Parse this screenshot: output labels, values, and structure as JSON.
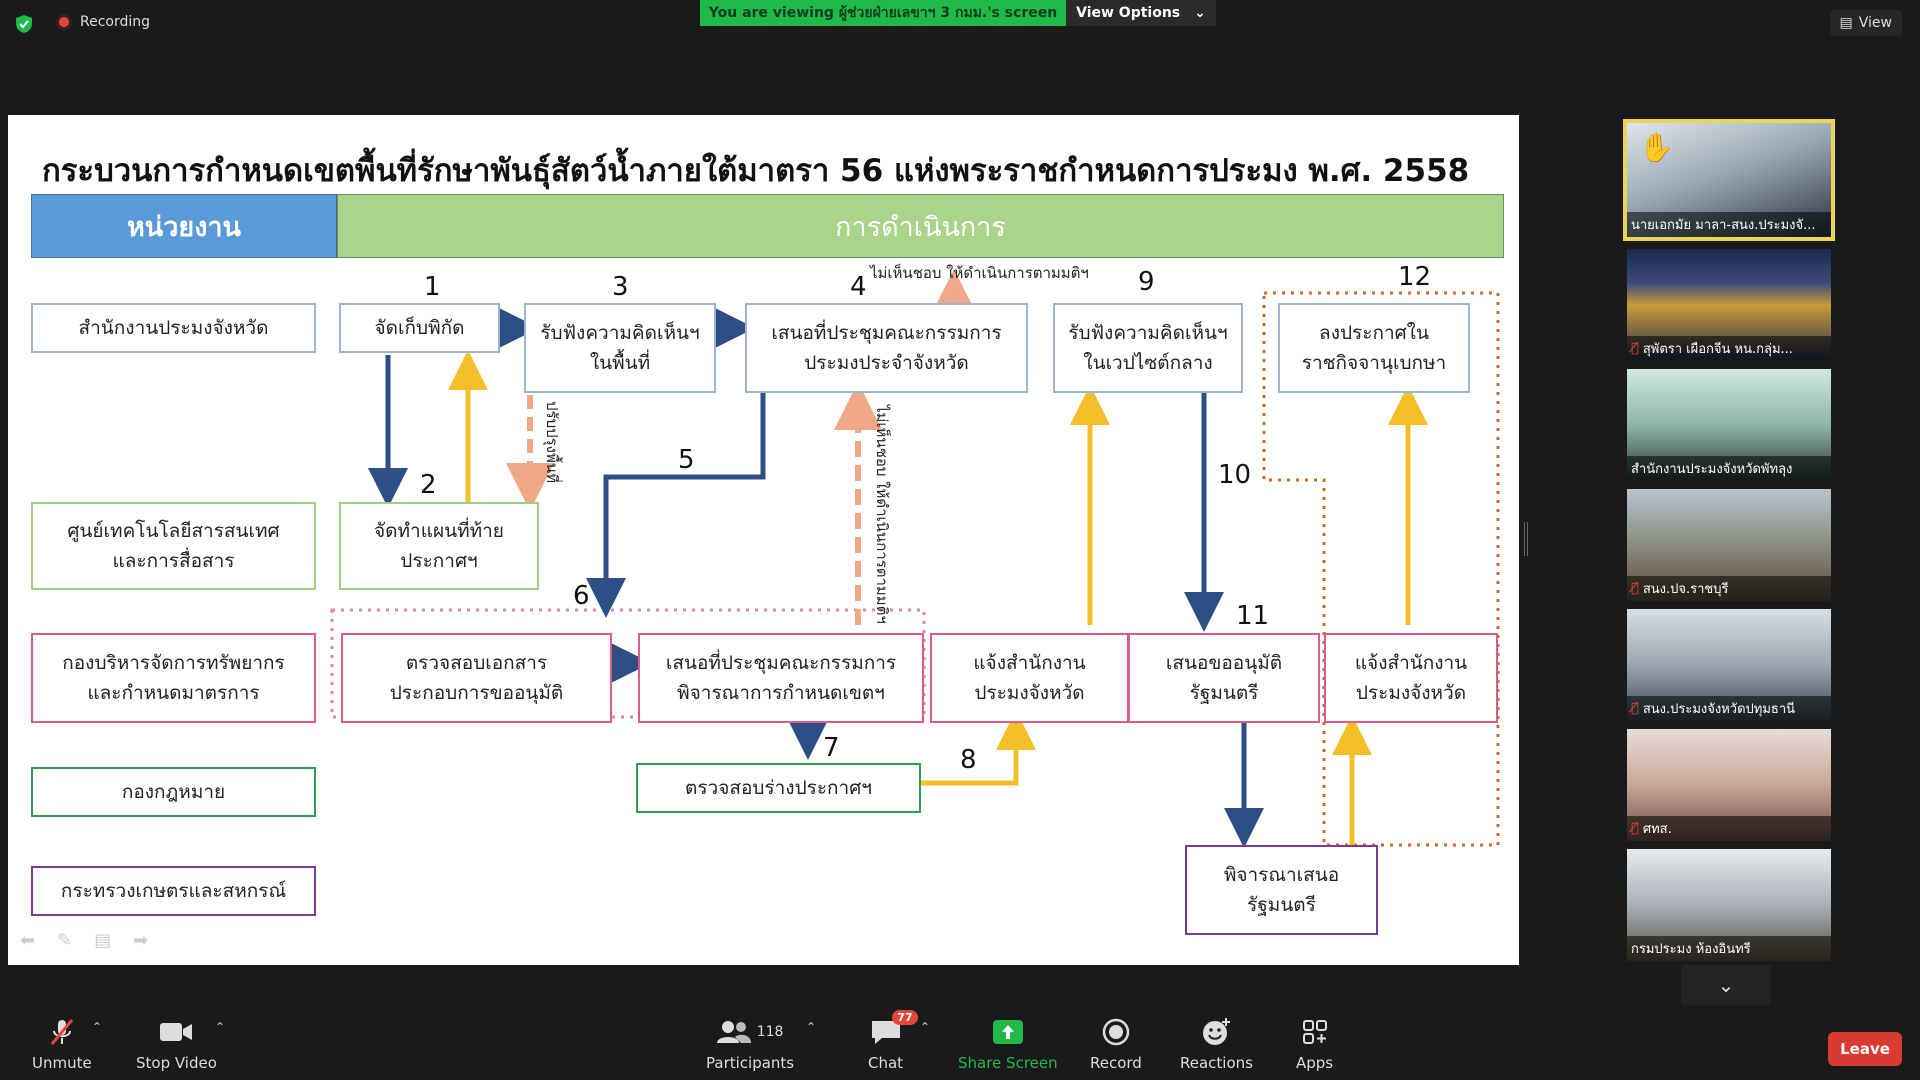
{
  "topbar": {
    "recording": "Recording",
    "viewing": "You are viewing ผู้ช่วยฝ่ายเลขาฯ 3 กมม.'s screen",
    "view_options": "View Options",
    "view": "View"
  },
  "slide": {
    "title": "กระบวนการกำหนดเขตพื้นที่รักษาพันธุ์สัตว์น้ำภายใต้มาตรา 56 แห่งพระราชกำหนดการประมง พ.ศ. 2558",
    "header_unit": "หน่วยงาน",
    "header_ops": "การดำเนินการ",
    "units": [
      "สำนักงานประมงจังหวัด",
      "ศูนย์เทคโนโลยีสารสนเทศ\nและการสื่อสาร",
      "กองบริหารจัดการทรัพยากร\nและกำหนดมาตรการ",
      "กองกฎหมาย",
      "กระทรวงเกษตรและสหกรณ์"
    ],
    "steps": {
      "s1": "จัดเก็บพิกัด",
      "s2": "จัดทำแผนที่ท้าย\nประกาศฯ",
      "s3": "รับฟังความคิดเห็นฯ\nในพื้นที่",
      "s4": "เสนอที่ประชุมคณะกรรมการ\nประมงประจำจังหวัด",
      "s6": "ตรวจสอบเอกสาร\nประกอบการขออนุมัติ",
      "s6b": "เสนอที่ประชุมคณะกรรมการ\nพิจารณาการกำหนดเขตฯ",
      "s7": "ตรวจสอบร่างประกาศฯ",
      "s8": "แจ้งสำนักงาน\nประมงจังหวัด",
      "s9": "รับฟังความคิดเห็นฯ\nในเวปไซต์กลาง",
      "s11": "เสนอขออนุมัติ\nรัฐมนตรี",
      "s11b": "พิจารณาเสนอ\nรัฐมนตรี",
      "s12": "ลงประกาศใน\nราชกิจจานุเบกษา",
      "s12b": "แจ้งสำนักงาน\nประมงจังหวัด"
    },
    "numbers": [
      "1",
      "2",
      "3",
      "4",
      "5",
      "6",
      "7",
      "8",
      "9",
      "10",
      "11",
      "12"
    ],
    "notes": {
      "top": "ไม่เห็นชอบ ให้ดำเนินการตามมติฯ",
      "revise": "ปรับปรุงพื้นที่",
      "vertical": "ไม่เห็นชอบ ให้ดำเนินการตามมติฯ"
    }
  },
  "participants": [
    {
      "name": "นายเอกมัย มาลา-สนง.ประมงจั...",
      "hand": true,
      "muted": false
    },
    {
      "name": "สุพัตรา เผือกจีน หน.กลุ่ม...",
      "hand": false,
      "muted": true
    },
    {
      "name": "สำนักงานประมงจังหวัดพัทลุง",
      "hand": false,
      "muted": false
    },
    {
      "name": "สนง.ปจ.ราชบุรี",
      "hand": false,
      "muted": true
    },
    {
      "name": "สนง.ประมงจังหวัดปทุมธานี",
      "hand": false,
      "muted": true
    },
    {
      "name": "ศทส.",
      "hand": false,
      "muted": true
    },
    {
      "name": "กรมประมง ห้องอินทรี",
      "hand": false,
      "muted": false
    }
  ],
  "toolbar": {
    "unmute": "Unmute",
    "stop_video": "Stop Video",
    "participants": "Participants",
    "participants_count": "118",
    "chat": "Chat",
    "chat_badge": "77",
    "share": "Share Screen",
    "record": "Record",
    "reactions": "Reactions",
    "apps": "Apps",
    "leave": "Leave"
  },
  "colors": {
    "share_green": "#1fba4a",
    "leave_red": "#d93b30",
    "arrow_blue": "#2f4e86",
    "arrow_yellow": "#f4bd2a",
    "arrow_salmon": "#f0a888"
  }
}
